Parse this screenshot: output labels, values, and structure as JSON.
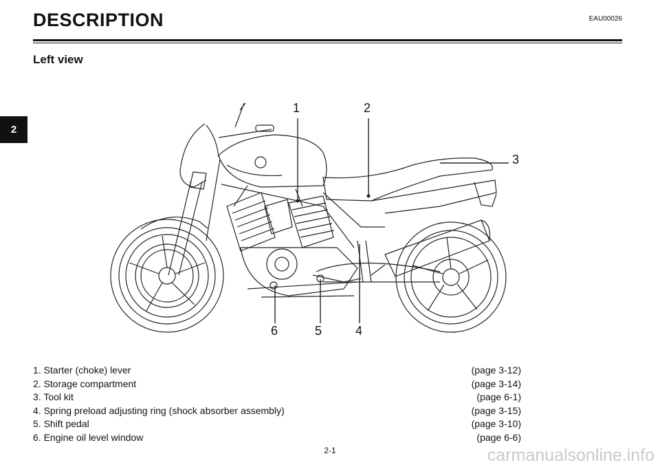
{
  "header": {
    "title": "DESCRIPTION",
    "code": "EAU00026"
  },
  "section": {
    "subtitle": "Left view"
  },
  "chapter_tab": "2",
  "callouts": [
    "1",
    "2",
    "3",
    "4",
    "5",
    "6"
  ],
  "parts": [
    {
      "label": "1. Starter (choke) lever",
      "page": "(page 3-12)"
    },
    {
      "label": "2. Storage compartment",
      "page": "(page 3-14)"
    },
    {
      "label": "3. Tool kit",
      "page": "(page 6-1)"
    },
    {
      "label": "4. Spring preload adjusting ring (shock absorber assembly)",
      "page": "(page 3-15)"
    },
    {
      "label": "5. Shift pedal",
      "page": "(page 3-10)"
    },
    {
      "label": "6. Engine oil level window",
      "page": "(page 6-6)"
    }
  ],
  "footer": {
    "page_number": "2-1",
    "watermark": "carmanualsonline.info"
  }
}
